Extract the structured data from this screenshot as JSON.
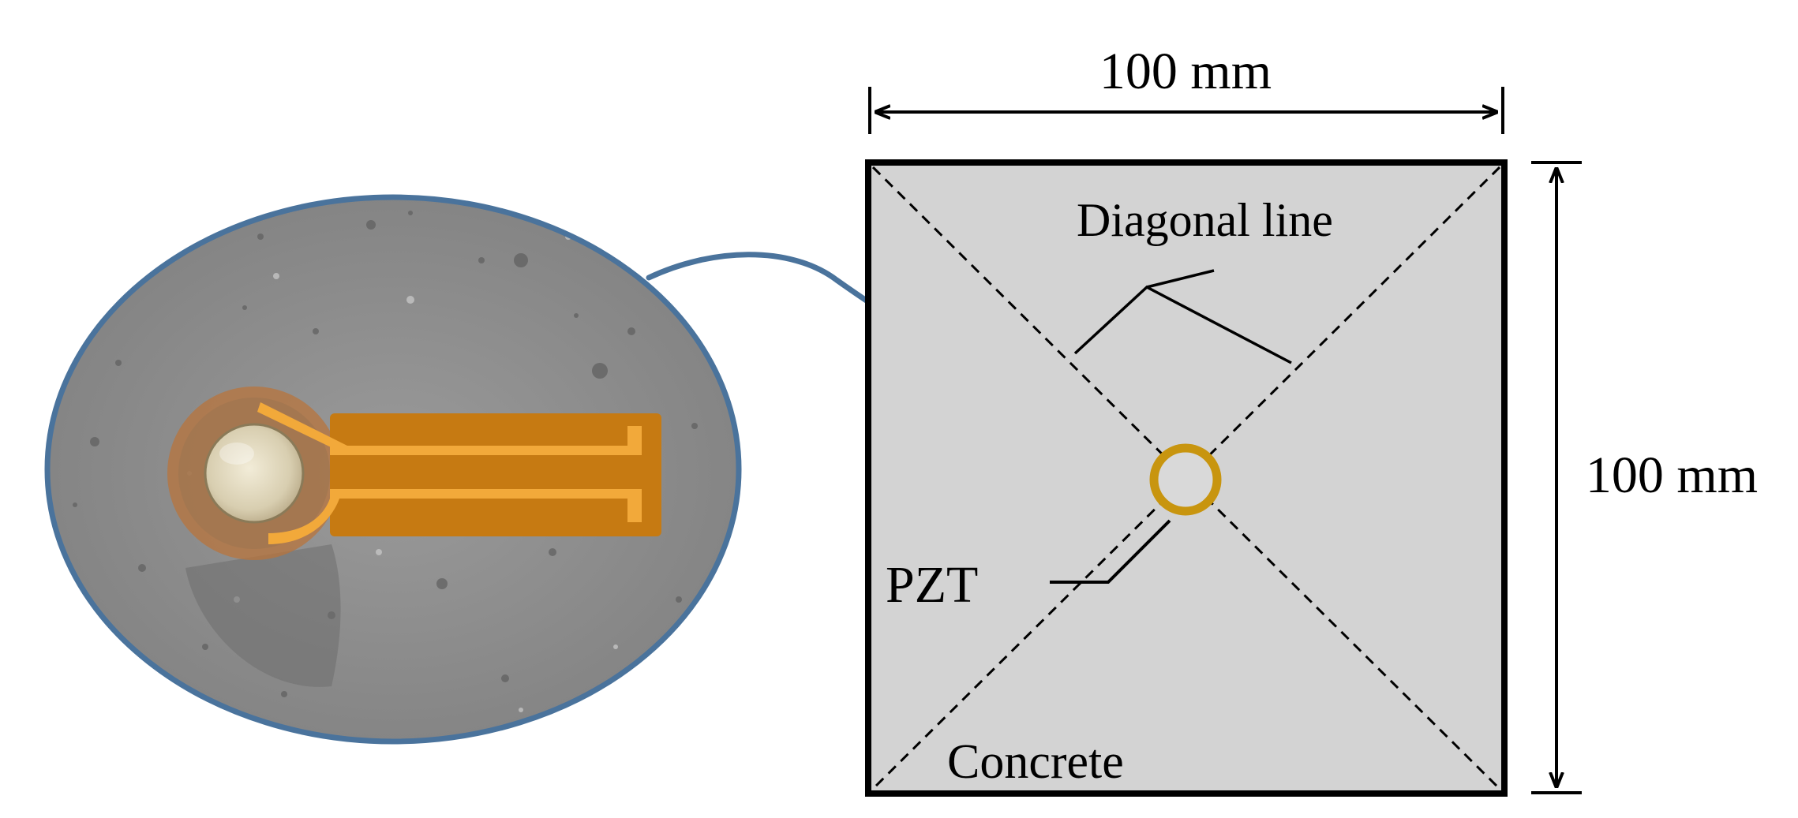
{
  "labels": {
    "width_dim": "100 mm",
    "height_dim": "100 mm",
    "diagonal": "Diagonal line",
    "pzt": "PZT",
    "concrete": "Concrete"
  },
  "colors": {
    "concrete_fill": "#d3d3d3",
    "outline": "#000000",
    "leader_blue": "#4a739c",
    "pzt_ring": "#c8950f",
    "pzt_center": "#d9d9d9",
    "kapton": "#c67a12",
    "copper_trace": "#f2a93a",
    "photo_concrete": "#8e8e8e"
  },
  "icons": {
    "photo": "pzt-sensor-photo",
    "sensor": "pzt-disc-icon"
  }
}
